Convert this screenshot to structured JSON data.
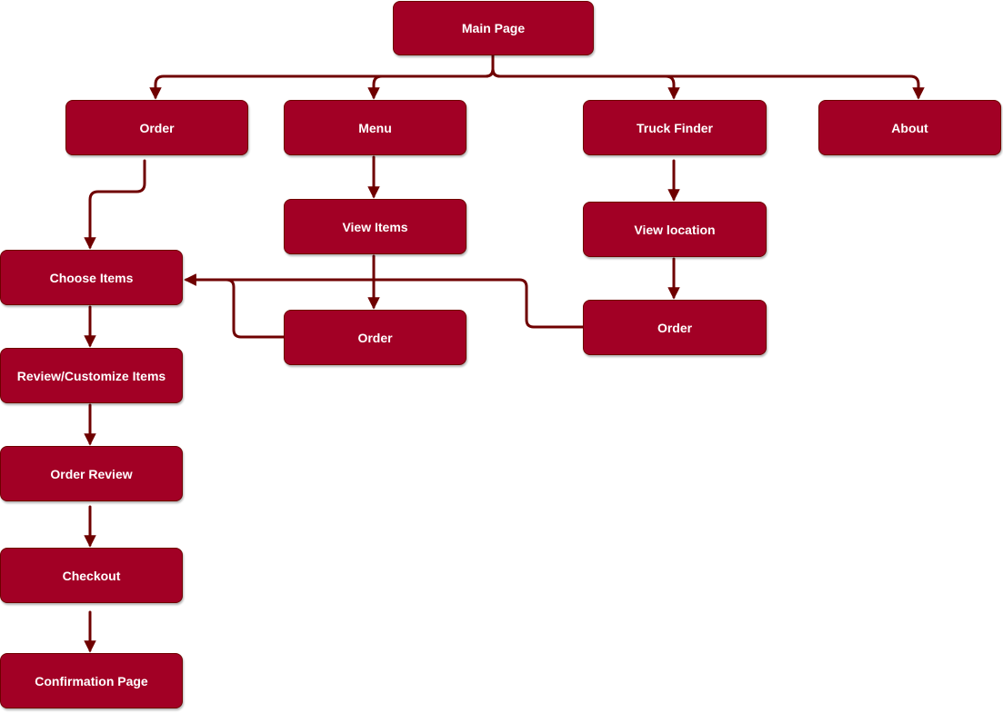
{
  "diagram": {
    "colors": {
      "node_fill": "#a20025",
      "node_stroke": "#6f0000",
      "edge": "#6f0000",
      "text": "#ffffff"
    },
    "nodes": {
      "main_page": "Main Page",
      "order": "Order",
      "menu": "Menu",
      "truck_finder": "Truck Finder",
      "about": "About",
      "view_items": "View Items",
      "view_location": "View location",
      "choose_items": "Choose Items",
      "menu_order": "Order",
      "truck_order": "Order",
      "review_customize": "Review/Customize Items",
      "order_review": "Order Review",
      "checkout": "Checkout",
      "confirmation": "Confirmation Page"
    }
  }
}
